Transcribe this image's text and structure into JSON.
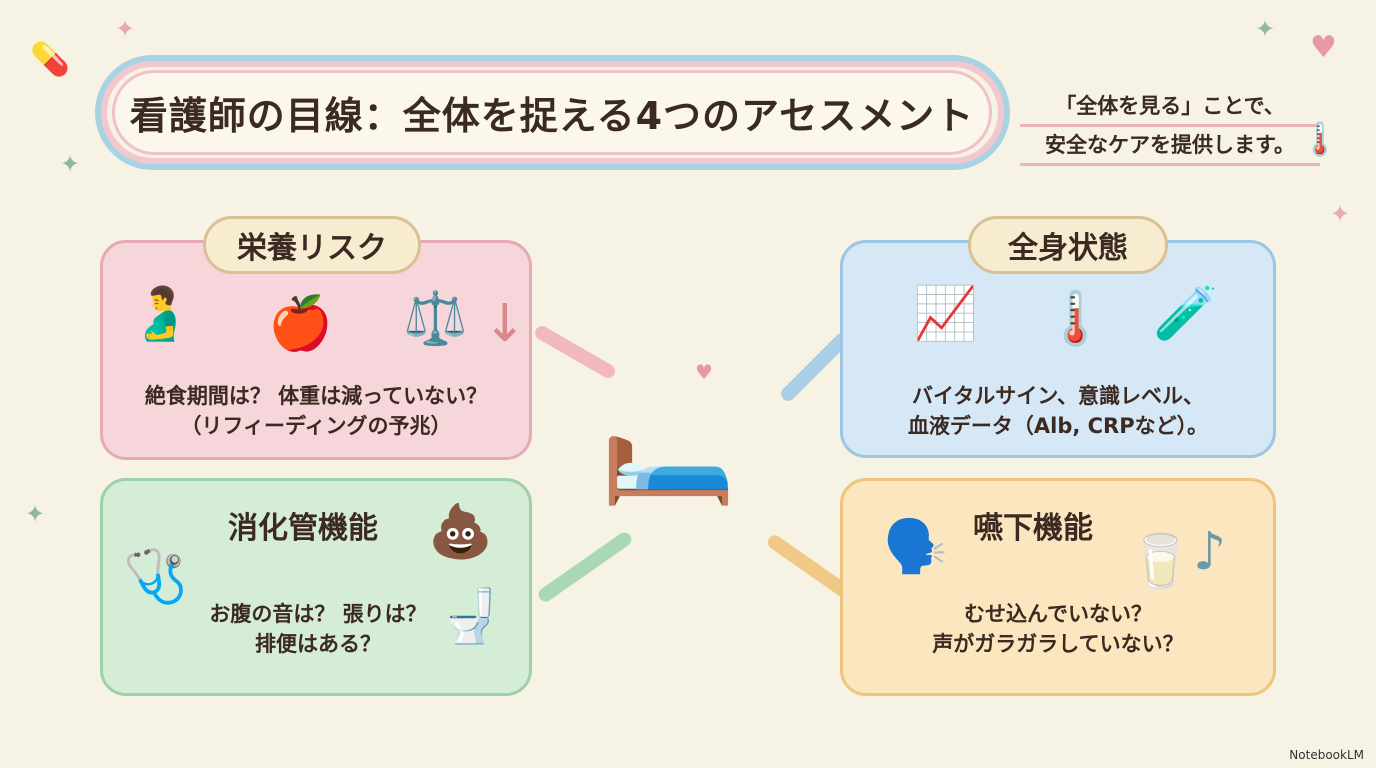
{
  "title": "看護師の目線：全体を捉える4つのアセスメント",
  "subtitle": [
    "「全体を見る」ことで、",
    "安全なケアを提供します。"
  ],
  "sections": [
    {
      "label": "栄養リスク",
      "lines": [
        "絶食期間は？ 体重は減っていない？",
        "（リフィーディングの予兆）"
      ],
      "color": "#f7d6db"
    },
    {
      "label": "全身状態",
      "lines": [
        "バイタルサイン、意識レベル、",
        "血液データ（Alb, CRPなど）。"
      ],
      "color": "#d6e8f5"
    },
    {
      "label": "消化管機能",
      "lines": [
        "お腹の音は？ 張りは？",
        "排便はある？"
      ],
      "color": "#d5ecd7"
    },
    {
      "label": "嚥下機能",
      "lines": [
        "むせ込んでいない？",
        "声がガラガラしていない？"
      ],
      "color": "#fbe6bf"
    }
  ],
  "watermark": "NotebookLM"
}
